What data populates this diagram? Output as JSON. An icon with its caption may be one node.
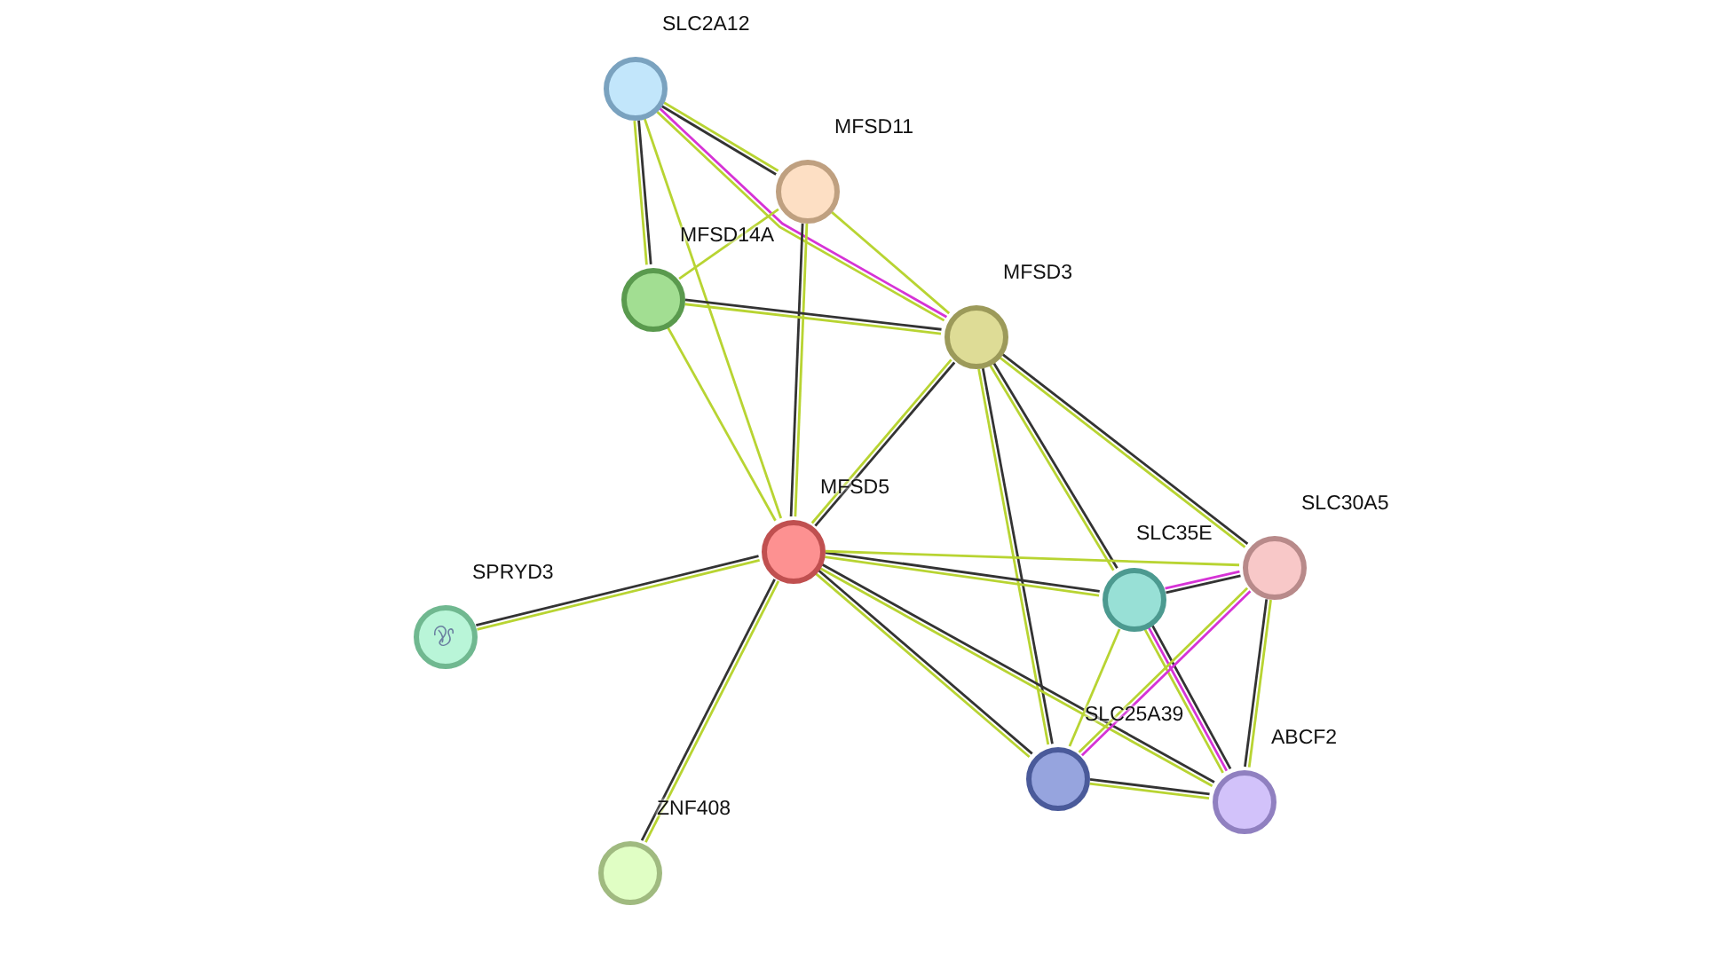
{
  "diagram": {
    "nodes": [
      {
        "text": [
          "SLC2A12"
        ]
      },
      {
        "text": [
          "MFSD11"
        ]
      },
      {
        "text": [
          "MFSD14A"
        ]
      },
      {
        "text": [
          "MFSD3"
        ]
      },
      {
        "text": [
          "MFSD5"
        ]
      },
      {
        "text": [
          "SPRYD3"
        ]
      },
      {
        "text": [
          "SLC35E"
        ]
      },
      {
        "text": [
          "SLC30A5"
        ]
      },
      {
        "text": [
          "SLC25A39"
        ]
      },
      {
        "text": [
          "ABCF2"
        ]
      },
      {
        "text": [
          "ZNF408"
        ]
      }
    ],
    "edges": [
      {
        "from": 0,
        "to": 1,
        "arrow": "none",
        "color": "#b8d432"
      },
      {
        "from": 0,
        "to": 1,
        "arrow": "none",
        "color": "#333333"
      },
      {
        "from": 0,
        "to": 3,
        "arrow": "none",
        "color": "#d633d6"
      },
      {
        "from": 0,
        "to": 3,
        "arrow": "none",
        "color": "#b8d432"
      },
      {
        "from": 1,
        "to": 3,
        "arrow": "none",
        "color": "#b8d432"
      },
      {
        "from": 0,
        "to": 2,
        "arrow": "none",
        "color": "#333333"
      },
      {
        "from": 0,
        "to": 2,
        "arrow": "none",
        "color": "#b8d432"
      },
      {
        "from": 0,
        "to": 4,
        "arrow": "none",
        "color": "#b8d432"
      },
      {
        "from": 1,
        "to": 2,
        "arrow": "none",
        "color": "#b8d432"
      },
      {
        "from": 1,
        "to": 4,
        "arrow": "none",
        "color": "#b8d432"
      },
      {
        "from": 1,
        "to": 4,
        "arrow": "none",
        "color": "#333333"
      },
      {
        "from": 2,
        "to": 3,
        "arrow": "none",
        "color": "#333333"
      },
      {
        "from": 2,
        "to": 3,
        "arrow": "none",
        "color": "#b8d432"
      },
      {
        "from": 2,
        "to": 4,
        "arrow": "none",
        "color": "#b8d432"
      },
      {
        "from": 3,
        "to": 4,
        "arrow": "none",
        "color": "#333333"
      },
      {
        "from": 3,
        "to": 4,
        "arrow": "none",
        "color": "#b8d432"
      },
      {
        "from": 3,
        "to": 8,
        "arrow": "none",
        "color": "#333333"
      },
      {
        "from": 3,
        "to": 8,
        "arrow": "none",
        "color": "#b8d432"
      },
      {
        "from": 3,
        "to": 6,
        "arrow": "none",
        "color": "#333333"
      },
      {
        "from": 3,
        "to": 6,
        "arrow": "none",
        "color": "#b8d432"
      },
      {
        "from": 3,
        "to": 7,
        "arrow": "none",
        "color": "#333333"
      },
      {
        "from": 3,
        "to": 7,
        "arrow": "none",
        "color": "#b8d432"
      },
      {
        "from": 4,
        "to": 5,
        "arrow": "none",
        "color": "#b8d432"
      },
      {
        "from": 4,
        "to": 5,
        "arrow": "none",
        "color": "#333333"
      },
      {
        "from": 4,
        "to": 10,
        "arrow": "none",
        "color": "#b8d432"
      },
      {
        "from": 4,
        "to": 10,
        "arrow": "none",
        "color": "#333333"
      },
      {
        "from": 4,
        "to": 6,
        "arrow": "none",
        "color": "#333333"
      },
      {
        "from": 4,
        "to": 6,
        "arrow": "none",
        "color": "#b8d432"
      },
      {
        "from": 4,
        "to": 7,
        "arrow": "none",
        "color": "#b8d432"
      },
      {
        "from": 4,
        "to": 8,
        "arrow": "none",
        "color": "#333333"
      },
      {
        "from": 4,
        "to": 8,
        "arrow": "none",
        "color": "#b8d432"
      },
      {
        "from": 4,
        "to": 9,
        "arrow": "none",
        "color": "#333333"
      },
      {
        "from": 4,
        "to": 9,
        "arrow": "none",
        "color": "#b8d432"
      },
      {
        "from": 6,
        "to": 7,
        "arrow": "none",
        "color": "#d633d6"
      },
      {
        "from": 6,
        "to": 7,
        "arrow": "none",
        "color": "#333333"
      },
      {
        "from": 6,
        "to": 8,
        "arrow": "none",
        "color": "#b8d432"
      },
      {
        "from": 6,
        "to": 9,
        "arrow": "none",
        "color": "#333333"
      },
      {
        "from": 6,
        "to": 9,
        "arrow": "none",
        "color": "#d633d6"
      },
      {
        "from": 6,
        "to": 9,
        "arrow": "none",
        "color": "#b8d432"
      },
      {
        "from": 7,
        "to": 8,
        "arrow": "none",
        "color": "#d633d6"
      },
      {
        "from": 7,
        "to": 8,
        "arrow": "none",
        "color": "#b8d432"
      },
      {
        "from": 7,
        "to": 9,
        "arrow": "none",
        "color": "#b8d432"
      },
      {
        "from": 7,
        "to": 9,
        "arrow": "none",
        "color": "#333333"
      },
      {
        "from": 8,
        "to": 9,
        "arrow": "none",
        "color": "#333333"
      },
      {
        "from": 8,
        "to": 9,
        "arrow": "none",
        "color": "#b8d432"
      }
    ]
  }
}
